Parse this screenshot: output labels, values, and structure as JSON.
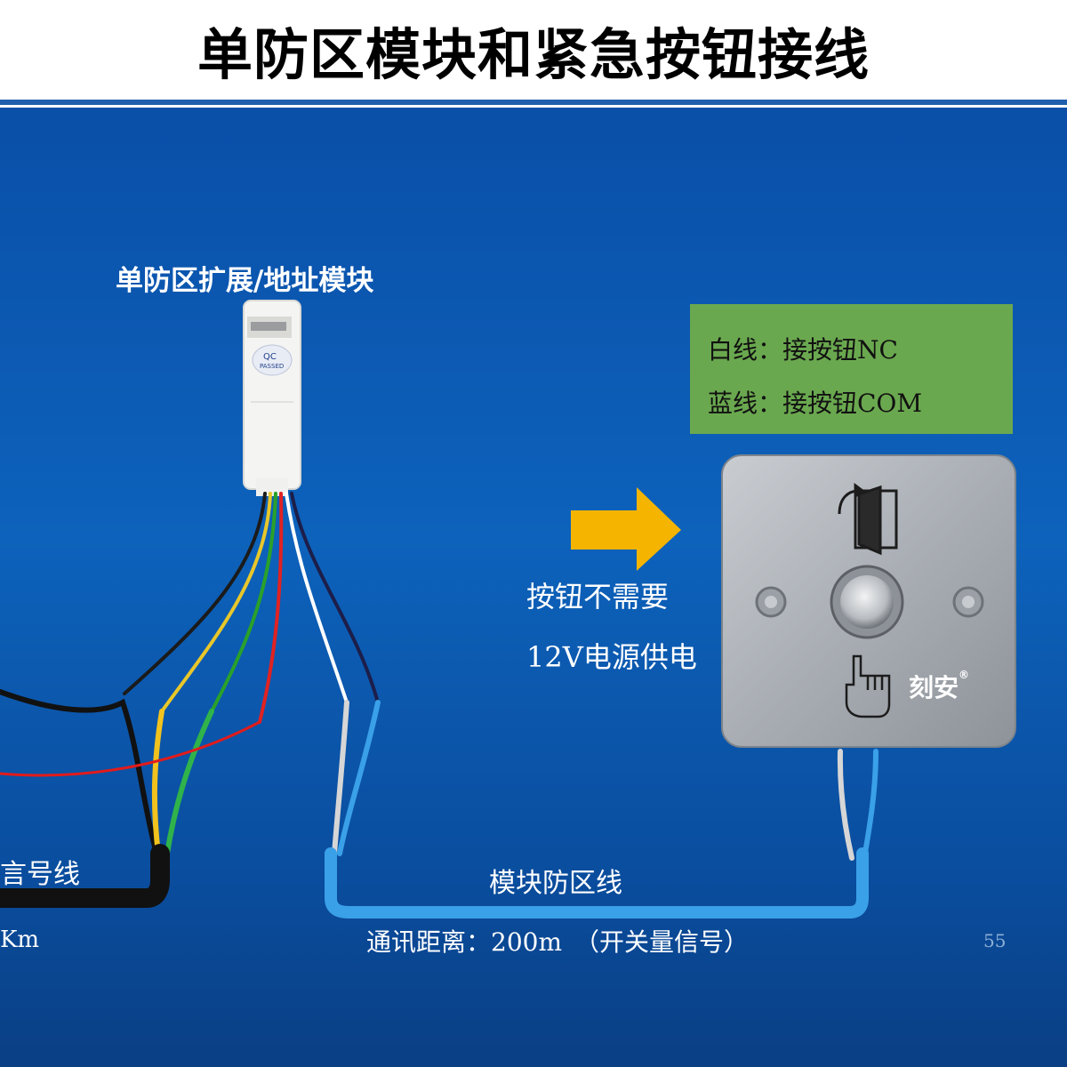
{
  "title": "单防区模块和紧急按钮接线",
  "module": {
    "title": "单防区扩展/地址模块",
    "sticker_line1": "QC",
    "sticker_line2": "PASSED"
  },
  "wiring_note": {
    "line1": "白线：接按钮NC",
    "line2": "蓝线：接按钮COM"
  },
  "power_note": {
    "line1": "按钮不需要",
    "line2": "12V电源供电"
  },
  "button_brand": "刻安",
  "left_labels": {
    "signal": "言号线",
    "distance": "Km"
  },
  "zone_line_label": "模块防区线",
  "distance_label": "通讯距离：200m　（开关量信号）",
  "page_number": "55",
  "colors": {
    "header_rule": "#1f5fae",
    "background": "#0d62bb",
    "note_box": "#6aa84f",
    "arrow": "#f5b400",
    "zone_wire": "#3aa0e8"
  },
  "icons": [
    "door-exit-icon",
    "hand-press-icon",
    "arrow-right-icon"
  ]
}
